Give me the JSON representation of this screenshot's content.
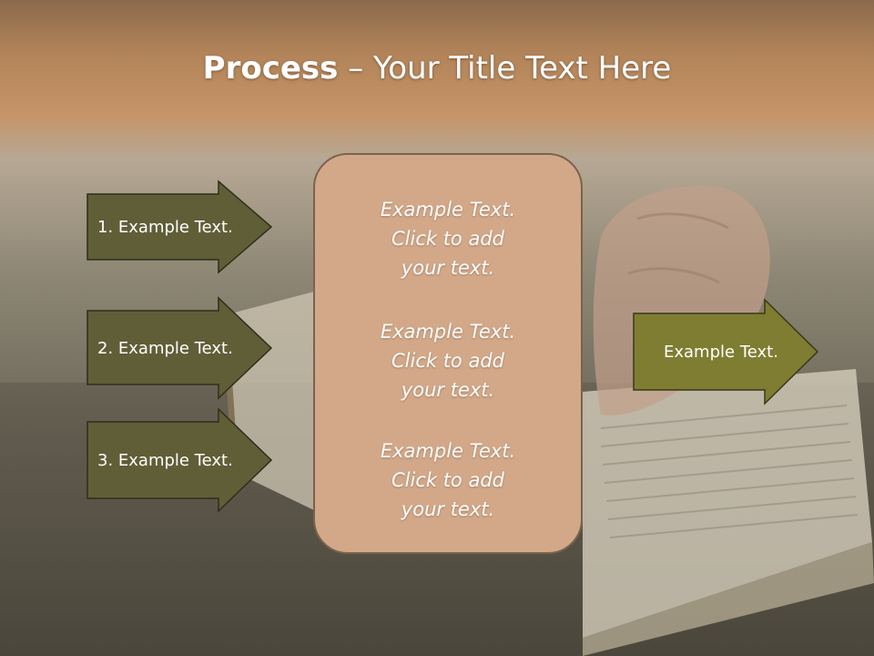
{
  "slide": {
    "title_bold": "Process",
    "title_sep": " – ",
    "title_rest": "Your Title Text Here"
  },
  "left_arrows": [
    {
      "label": "1. Example Text."
    },
    {
      "label": "2. Example Text."
    },
    {
      "label": "3. Example Text."
    }
  ],
  "center_panel": {
    "blocks": [
      {
        "line1": "Example Text.",
        "line2": "Click  to add",
        "line3": "your text."
      },
      {
        "line1": "Example Text.",
        "line2": "Click  to add",
        "line3": "your text."
      },
      {
        "line1": "Example Text.",
        "line2": "Click  to add",
        "line3": "your text."
      }
    ]
  },
  "right_arrow": {
    "label": "Example Text."
  },
  "colors": {
    "left_arrow_fill": "#5f5e37",
    "right_arrow_fill": "#7f7d32",
    "panel_fill": "#d3a888",
    "panel_border": "#7a634b"
  }
}
